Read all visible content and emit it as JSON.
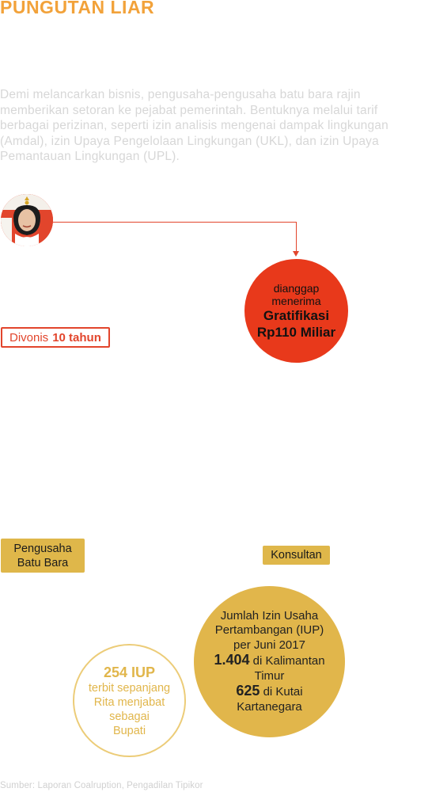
{
  "header": {
    "title": "PUNGUTAN LIAR"
  },
  "description": {
    "lines": [
      "Demi melancarkan bisnis, pengusaha-pengusaha batu bara rajin",
      "memberikan setoran ke pejabat pemerintah. Bentuknya melalui tarif",
      "berbagai perizinan, seperti izin analisis mengenai dampak lingkungan",
      "(Amdal), izin Upaya Pengelolaan Lingkungan (UKL), dan izin Upaya",
      "Pemantauan Lingkungan (UPL)."
    ]
  },
  "gratification": {
    "line1": "dianggap",
    "line2": "menerima",
    "line3": "Gratifikasi",
    "line4": "Rp110 Miliar"
  },
  "verdict": {
    "prefix": "Divonis",
    "value": "10 tahun"
  },
  "actors": {
    "pengusaha_line1": "Pengusaha",
    "pengusaha_line2": "Batu Bara",
    "konsultan": "Konsultan"
  },
  "iup_total": {
    "line1": "Jumlah Izin Usaha",
    "line2": "Pertambangan (IUP)",
    "line3": "per Juni 2017",
    "kaltim_value": "1.404",
    "kaltim_label": "di Kalimantan",
    "kaltim_label2": "Timur",
    "kukar_value": "625",
    "kukar_label": "di Kutai",
    "kukar_label2": "Kartanegara"
  },
  "iup_rita": {
    "value": "254 IUP",
    "line1": "terbit sepanjang",
    "line2": "Rita menjabat",
    "line3": "sebagai",
    "line4": "Bupati"
  },
  "footer": {
    "source": "Sumber: Laporan Coalruption, Pengadilan Tipikor"
  },
  "colors": {
    "title": "#f2a23a",
    "red": "#e8391b",
    "gold": "#e1b64b",
    "muted_text": "#d7d7d7"
  },
  "icons": {
    "avatar": "portrait-avatar-icon",
    "arrow": "arrow-down-icon"
  }
}
